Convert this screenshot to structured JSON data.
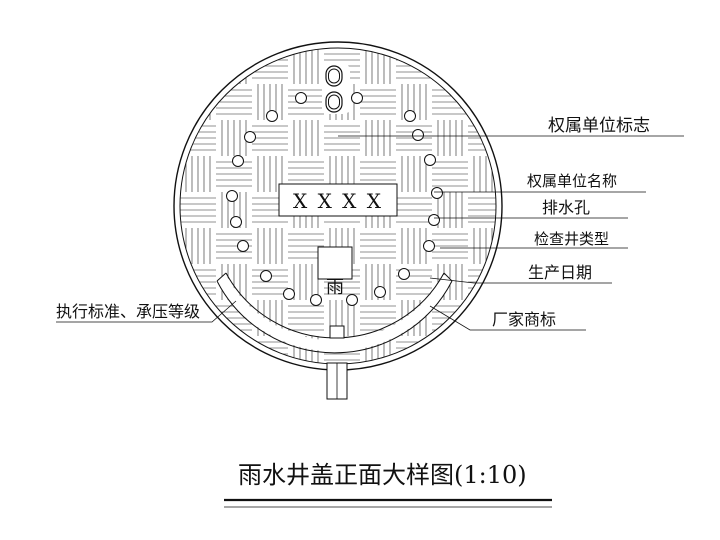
{
  "labels": {
    "owner_logo": "权属单位标志",
    "owner_name": "权属单位名称",
    "drain_hole": "排水孔",
    "well_type": "检查井类型",
    "production_date": "生产日期",
    "manufacturer_mark": "厂家商标",
    "standard_grade": "执行标准、承压等级"
  },
  "cover": {
    "placeholder_text": "X X X X",
    "type_char": "雨"
  },
  "title": "雨水井盖正面大样图(1:10)",
  "colors": {
    "line": "#111111",
    "hatch": "#222222"
  }
}
